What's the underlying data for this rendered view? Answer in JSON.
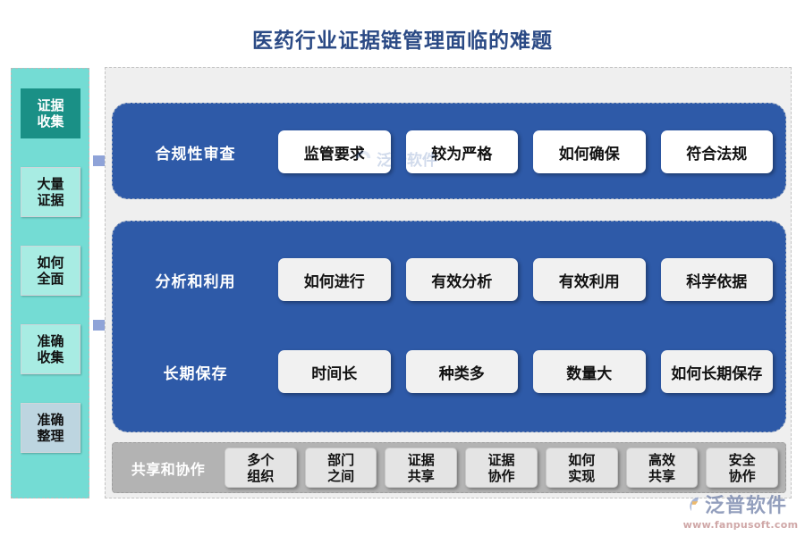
{
  "title": "医药行业证据链管理面临的难题",
  "colors": {
    "title": "#2b4a85",
    "sidebar_bg": "#74dcd4",
    "sidebar_accent": "#1a9086",
    "panel_blue": "#2e5aa8",
    "canvas_gray": "#efefef",
    "bottom_gray": "#b3b3b3",
    "arrow": "#8fa3d8"
  },
  "sidebar": {
    "items": [
      {
        "line1": "证据",
        "line2": "收集",
        "style": "accent"
      },
      {
        "line1": "大量",
        "line2": "证据",
        "style": "mint"
      },
      {
        "line1": "如何",
        "line2": "全面",
        "style": "mint"
      },
      {
        "line1": "准确",
        "line2": "收集",
        "style": "mint"
      },
      {
        "line1": "准确",
        "line2": "整理",
        "style": "steel"
      }
    ]
  },
  "arrows": [
    {
      "name": "flow-arrow-top"
    },
    {
      "name": "flow-arrow-bottom"
    }
  ],
  "panels": [
    {
      "id": "panel-compliance",
      "rows": [
        {
          "label": "合规性审查",
          "cells": [
            "监管要求",
            "较为严格",
            "如何确保",
            "符合法规"
          ]
        }
      ]
    },
    {
      "id": "panel-analysis-storage",
      "rows": [
        {
          "label": "分析和利用",
          "cells": [
            "如何进行",
            "有效分析",
            "有效利用",
            "科学依据"
          ]
        },
        {
          "label": "长期保存",
          "cells": [
            "时间长",
            "种类多",
            "数量大",
            "如何长期保存"
          ]
        }
      ]
    }
  ],
  "bottom_bar": {
    "label": "共享和协作",
    "cells": [
      {
        "line1": "多个",
        "line2": "组织"
      },
      {
        "line1": "部门",
        "line2": "之间"
      },
      {
        "line1": "证据",
        "line2": "共享"
      },
      {
        "line1": "证据",
        "line2": "协作"
      },
      {
        "line1": "如何",
        "line2": "实现"
      },
      {
        "line1": "高效",
        "line2": "共享"
      },
      {
        "line1": "安全",
        "line2": "协作"
      }
    ]
  },
  "watermark": {
    "center_text": "泛普软件",
    "logo_name": "泛普软件",
    "logo_url": "www.fanpusoft.com"
  }
}
